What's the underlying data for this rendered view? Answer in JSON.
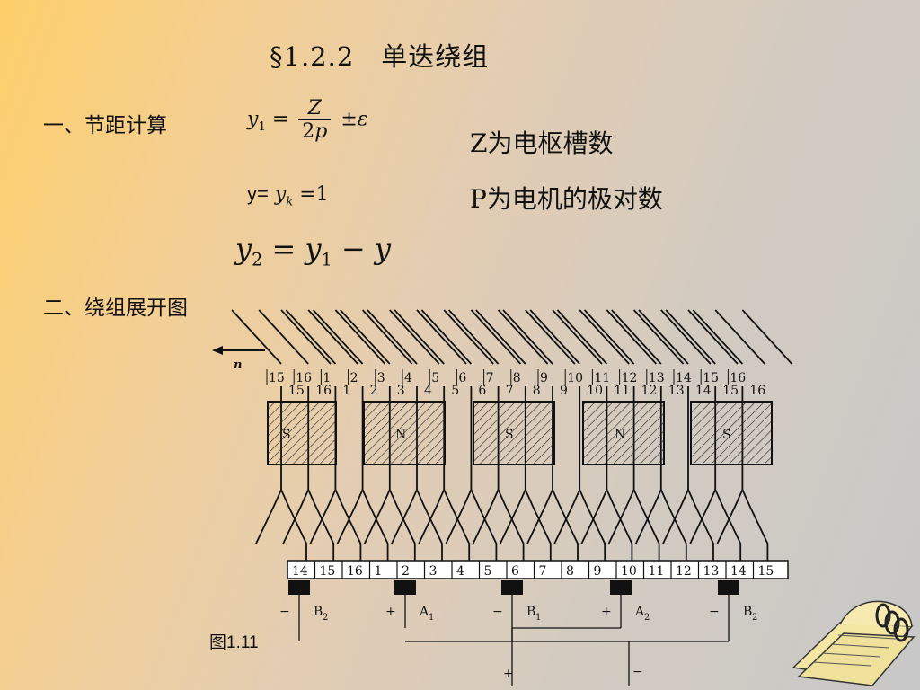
{
  "slide": {
    "title": "§1.2.2　单迭绕组",
    "section1": "一、节距计算",
    "section2": "二、绕组展开图",
    "note1": "Z为电枢槽数",
    "note2": "P为电机的极对数",
    "formula1": {
      "lhs": "y",
      "lhs_sub": "1",
      "eq": "=",
      "num": "Z",
      "den_coef": "2",
      "den_var": "p",
      "pm": "±",
      "eps": "ε"
    },
    "formula2": {
      "prefix": "y=",
      "var": "y",
      "sub": "k",
      "suffix": "=1"
    },
    "formula3": {
      "a": "y",
      "a_sub": "2",
      "eq": "=",
      "b": "y",
      "b_sub": "1",
      "minus": "−",
      "c": "y"
    },
    "caption": "图1.11"
  },
  "diagram": {
    "rotation_label": "n",
    "top_labels": [
      "15",
      "16",
      "1",
      "2",
      "3",
      "4",
      "5",
      "6",
      "7",
      "8",
      "9",
      "10",
      "11",
      "12",
      "13",
      "14",
      "15",
      "16"
    ],
    "top_row2": [
      "15",
      "16",
      "1",
      "2",
      "3",
      "4",
      "5",
      "6",
      "7",
      "8",
      "9",
      "10",
      "11",
      "12",
      "13",
      "14",
      "15",
      "16"
    ],
    "poles": [
      "S",
      "N",
      "S",
      "N",
      "S"
    ],
    "commutator": [
      "14",
      "15",
      "16",
      "1",
      "2",
      "3",
      "4",
      "5",
      "6",
      "7",
      "8",
      "9",
      "10",
      "11",
      "12",
      "13",
      "14",
      "15"
    ],
    "brushes": [
      {
        "sign": "−",
        "name": "B",
        "sub": "2"
      },
      {
        "sign": "+",
        "name": "A",
        "sub": "1"
      },
      {
        "sign": "−",
        "name": "B",
        "sub": "1"
      },
      {
        "sign": "+",
        "name": "A",
        "sub": "2"
      },
      {
        "sign": "−",
        "name": "B",
        "sub": "2"
      }
    ],
    "terminals": [
      "+",
      "−"
    ]
  },
  "colors": {
    "ink": "#111111",
    "bg_warm": "#fdcf6a",
    "bg_cool": "#c8c8c8"
  }
}
